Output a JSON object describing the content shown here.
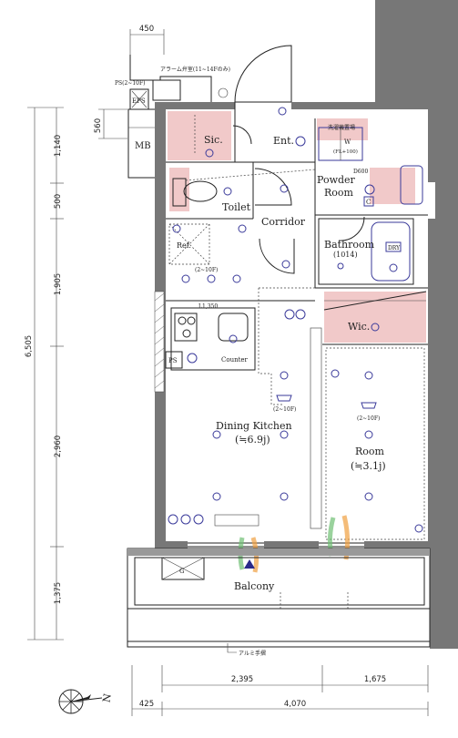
{
  "rooms": {
    "sic": "Sic.",
    "entrance": "Ent.",
    "powder_room_1": "Powder",
    "powder_room_2": "Room",
    "toilet": "Toilet",
    "corridor": "Corridor",
    "bathroom": "Bathroom",
    "bathroom_size": "(1014)",
    "wic": "Wic.",
    "dining_kitchen": "Dining Kitchen",
    "dining_kitchen_size": "(≒6.9j)",
    "room": "Room",
    "room_size": "(≒3.1j)",
    "balcony": "Balcony",
    "counter": "Counter",
    "ref": "Ref.",
    "mb": "MB",
    "eps": "EPS",
    "ps": "PS"
  },
  "notes": {
    "alarm_valve": "アラーム弁室(11~14Fのみ)",
    "ps_floors": "PS(2~10F)",
    "washer_pan": "W\n(FL+100)",
    "handrail": "アルミ手摺",
    "lowered_ceiling": "L1,350",
    "kitchen_2_10f": "(2~10F)",
    "room_2_10f": "(2~10F)",
    "entry_2_10f": "(2~10F)",
    "d600": "D600",
    "dry": "DRY",
    "north_mark": "N",
    "washer_zone": "洗濯機置場"
  },
  "dimensions": {
    "top": "450",
    "mb_depth": "560",
    "left": [
      "1,140",
      "500",
      "1,905",
      "2,960",
      "1,375"
    ],
    "left_total": "6,505",
    "bottom_upper": [
      "2,395",
      "1,675"
    ],
    "bottom_lower": [
      "425",
      "4,070"
    ]
  },
  "colors": {
    "wall": "#777777",
    "accent_pink": "#f1c9c9",
    "fixture_blue": "#3a3a9a",
    "airflow_green": "#6fbf73",
    "airflow_orange": "#f0a040"
  }
}
